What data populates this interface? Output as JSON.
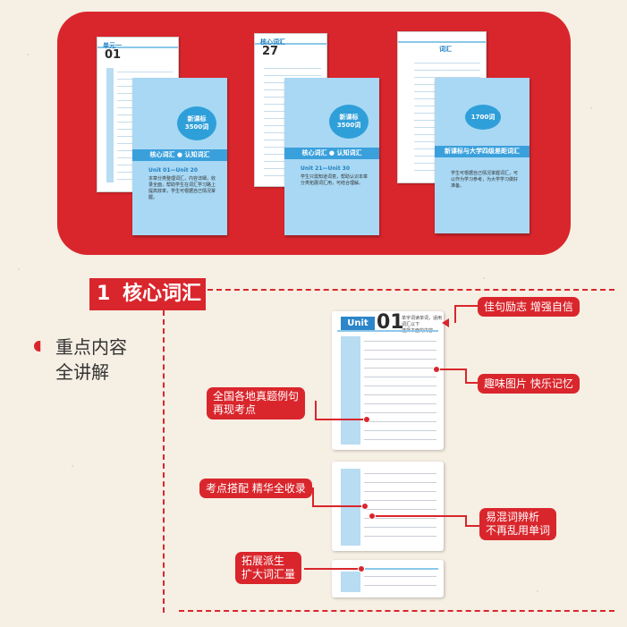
{
  "books": [
    {
      "back_header": "单元一",
      "back_unit": "01",
      "cover_burst": "新课标\n3500词",
      "cover_band": "核心词汇  ●  认知词汇",
      "cover_units": "Unit 01—Unit 20",
      "cover_desc": "本章分类整理词汇，内容详细，收录全面，帮助学生在词汇学习路上提高效率，学生可根据自己情况掌握。"
    },
    {
      "back_header": "核心词汇",
      "back_unit": "27",
      "cover_burst": "新课标\n3500词",
      "cover_band": "核心词汇  ●  认知词汇",
      "cover_units": "Unit 21—Unit 30",
      "cover_desc": "学生只需知道词意，帮助认识本章分类拓展词汇用，可结合理解。"
    },
    {
      "back_header": "词汇",
      "back_unit": "",
      "cover_burst": "1700词",
      "cover_band": "新课标与大学四级差距词汇",
      "cover_units": "",
      "cover_desc": "学生可根据自己情况掌握词汇，可以作为学习参考，为大学学习做好准备。"
    }
  ],
  "section": {
    "number": "1",
    "title": "核心词汇"
  },
  "left_title_line1": "重点内容",
  "left_title_line2": "全讲解",
  "sample_unit": {
    "label": "Unit",
    "number": "01",
    "mini_text": "单字词读单词，适用词汇以下\n选择下面的内容"
  },
  "callouts": {
    "sentence": "佳句励志 增强自信",
    "fun_images": "趣味图片 快乐记忆",
    "exam_examples_line1": "全国各地真题例句",
    "exam_examples_line2": "再现考点",
    "collocations": "考点搭配 精华全收录",
    "confusing_line1": "易混词辨析",
    "confusing_line2": "不再乱用单词",
    "derivation_line1": "拓展派生",
    "derivation_line2": "扩大词汇量"
  },
  "colors": {
    "brand_red": "#d9262c",
    "cover_blue": "#a8d8f4",
    "accent_blue": "#2c86c9",
    "background": "#f6efe4"
  }
}
